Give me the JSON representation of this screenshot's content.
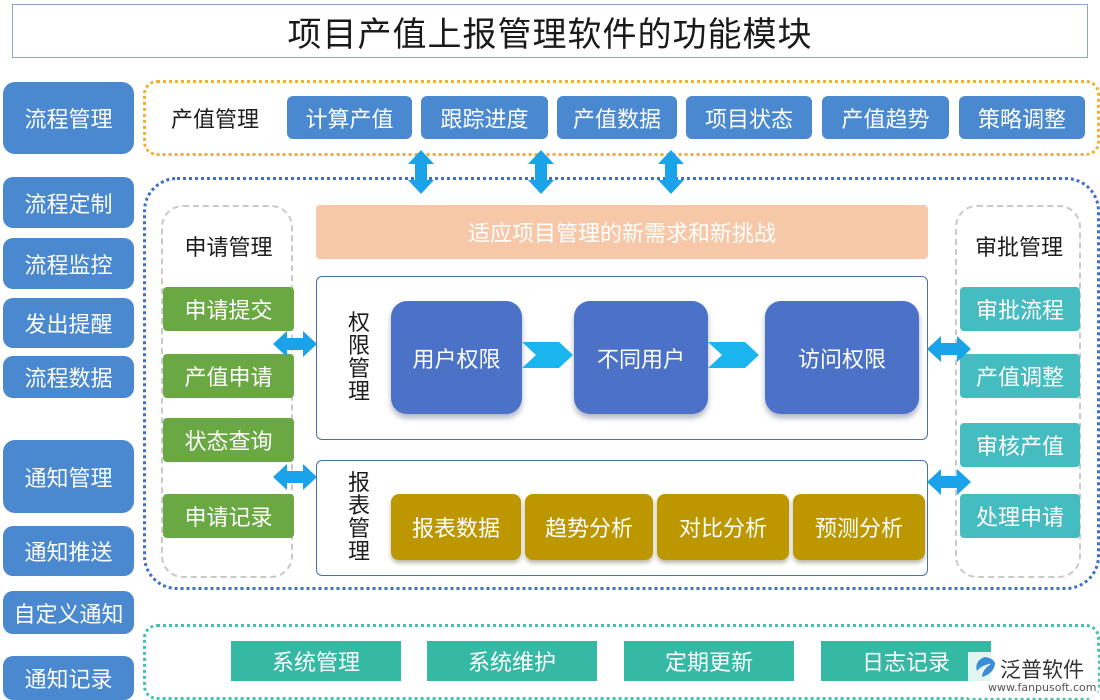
{
  "title": "项目产值上报管理软件的功能模块",
  "sidebar": {
    "items": [
      {
        "label": "流程管理"
      },
      {
        "label": "流程定制"
      },
      {
        "label": "流程监控"
      },
      {
        "label": "发出提醒"
      },
      {
        "label": "流程数据"
      },
      {
        "label": "通知管理"
      },
      {
        "label": "通知推送"
      },
      {
        "label": "自定义通知"
      },
      {
        "label": "通知记录"
      }
    ]
  },
  "output_value": {
    "label": "产值管理",
    "items": [
      "计算产值",
      "跟踪进度",
      "产值数据",
      "项目状态",
      "产值趋势",
      "策略调整"
    ]
  },
  "banner": "适应项目管理的新需求和新挑战",
  "apply": {
    "label": "申请管理",
    "items": [
      "申请提交",
      "产值申请",
      "状态查询",
      "申请记录"
    ]
  },
  "approve": {
    "label": "审批管理",
    "items": [
      "审批流程",
      "产值调整",
      "审核产值",
      "处理申请"
    ]
  },
  "permission": {
    "label": "权限管理",
    "items": [
      "用户权限",
      "不同用户",
      "访问权限"
    ]
  },
  "report": {
    "label": "报表管理",
    "items": [
      "报表数据",
      "趋势分析",
      "对比分析",
      "预测分析"
    ]
  },
  "system": {
    "items": [
      "系统管理",
      "系统维护",
      "定期更新",
      "日志记录"
    ]
  },
  "logo": {
    "name": "泛普软件",
    "url": "www.fanpusoft.com"
  },
  "colors": {
    "blue": "#4a88cf",
    "green": "#6aa843",
    "teal": "#45bcc0",
    "gold": "#bc9700",
    "indigo": "#4c72c8",
    "arrow": "#1aa3e8"
  }
}
